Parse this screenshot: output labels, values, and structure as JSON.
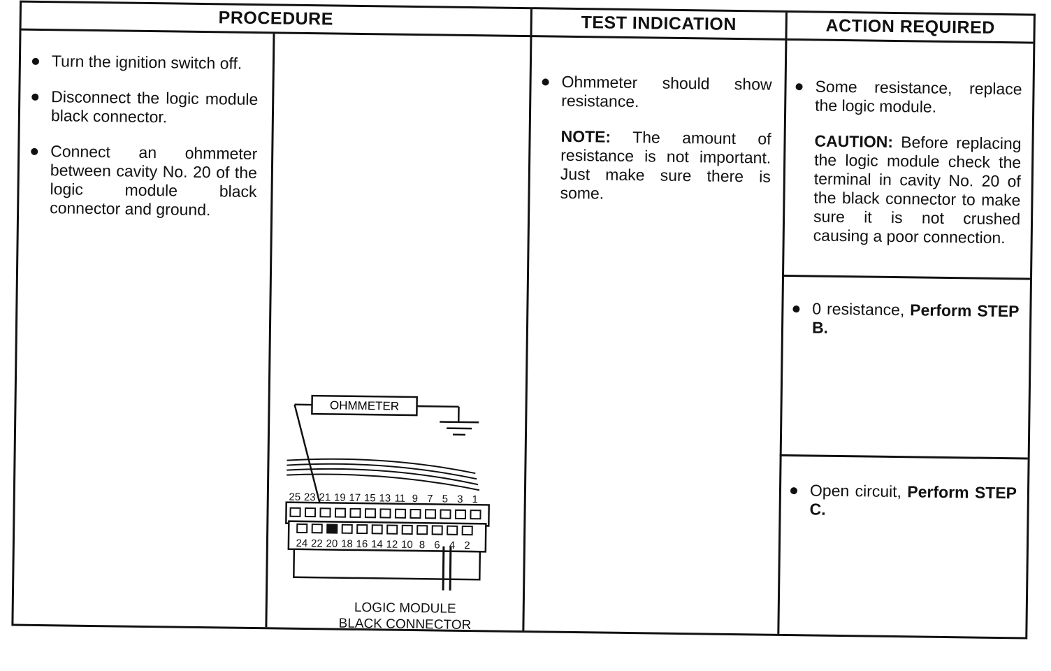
{
  "headers": {
    "procedure": "PROCEDURE",
    "test_indication": "TEST INDICATION",
    "action_required": "ACTION REQUIRED"
  },
  "procedure": {
    "steps": [
      "Turn the ignition switch off.",
      "Disconnect the logic module black connector.",
      "Connect an ohmmeter between cavity No. 20 of the logic module black connector and ground."
    ]
  },
  "diagram": {
    "meter_label": "OHMMETER",
    "top_numbers": [
      "25",
      "23",
      "21",
      "19",
      "17",
      "15",
      "13",
      "11",
      "9",
      "7",
      "5",
      "3",
      "1"
    ],
    "bottom_numbers": [
      "24",
      "22",
      "20",
      "18",
      "16",
      "14",
      "12",
      "10",
      "8",
      "6",
      "4",
      "2"
    ],
    "caption_line1": "LOGIC MODULE",
    "caption_line2": "BLACK CONNECTOR"
  },
  "test_indication": {
    "bullet": "Ohmmeter should show resistance.",
    "note_label": "NOTE:",
    "note_text": " The amount of resistance is not important. Just make sure there is some."
  },
  "actions": {
    "some_resistance": "Some resistance, replace the logic module.",
    "caution_label": "CAUTION:",
    "caution_text": " Before replacing the logic module check the terminal in cavity No. 20 of the black connector to make sure it is not crushed causing a poor connection.",
    "zero_text": "0 resistance, ",
    "zero_step": "Perform STEP B.",
    "open_text": "Open circuit, ",
    "open_step": "Perform STEP C."
  }
}
